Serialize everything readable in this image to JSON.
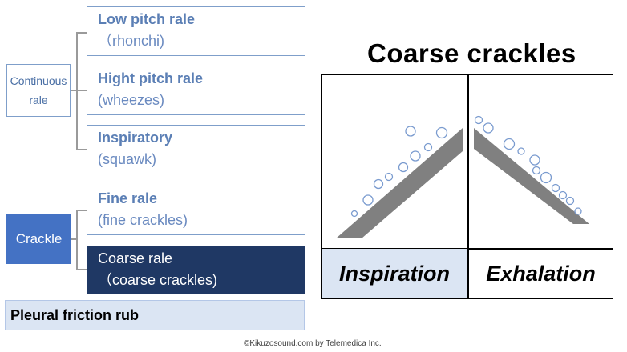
{
  "categories": {
    "continuous": "Continuous\nrale",
    "crackle": "Crackle"
  },
  "items": [
    {
      "title": "Low pitch rale",
      "sub": "（rhonchi)"
    },
    {
      "title": "Hight pitch rale",
      "sub": "(wheezes)"
    },
    {
      "title": "Inspiratory",
      "sub": "(squawk)"
    },
    {
      "title": "Fine rale",
      "sub": "(fine crackles)"
    },
    {
      "title": "Coarse rale",
      "sub": "（coarse crackles)"
    }
  ],
  "pleural": "Pleural friction rub",
  "panel": {
    "title": "Coarse crackles",
    "inspiration": "Inspiration",
    "exhalation": "Exhalation"
  },
  "footer": "©Kikuzosound.com by Telemedica Inc.",
  "colors": {
    "outline": "#7f9fca",
    "crackle_fill": "#4472c4",
    "selected_fill": "#1f3864",
    "light_fill": "#dbe5f3"
  }
}
